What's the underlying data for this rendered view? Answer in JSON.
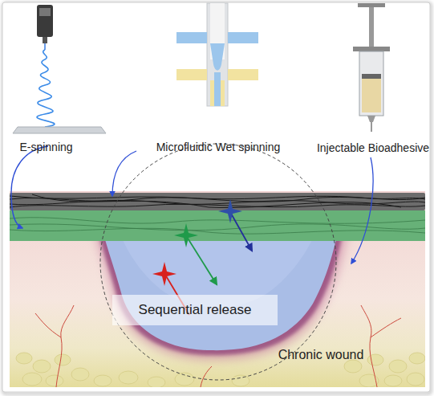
{
  "diagram": {
    "nodes": [
      {
        "text": [
          "Sequential release"
        ]
      }
    ],
    "labels": [
      "E-spinning",
      "Microfluidic Wet spinning",
      "Injectable Bioadhesive",
      "Chronic wound"
    ]
  }
}
